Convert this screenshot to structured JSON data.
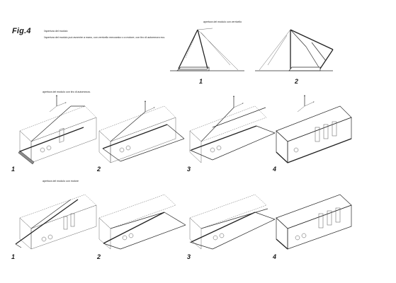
{
  "figure": {
    "title": "Fig.4",
    "caption_heading": "l'apertura del modulo",
    "caption_body": "l'apertura del modulo può avvenire a mano, con verricello meccanico o a motore, con tiro di automezzo ecc."
  },
  "sections": {
    "top": {
      "label": "apertura del modulo con verricello",
      "steps": [
        "1",
        "2"
      ]
    },
    "middle": {
      "label": "apertura del modulo con tiro di automezzo.",
      "steps": [
        "1",
        "2",
        "3",
        "4"
      ]
    },
    "bottom": {
      "label": "apertura del modulo con motore",
      "steps": [
        "1",
        "2",
        "3",
        "4"
      ]
    }
  }
}
